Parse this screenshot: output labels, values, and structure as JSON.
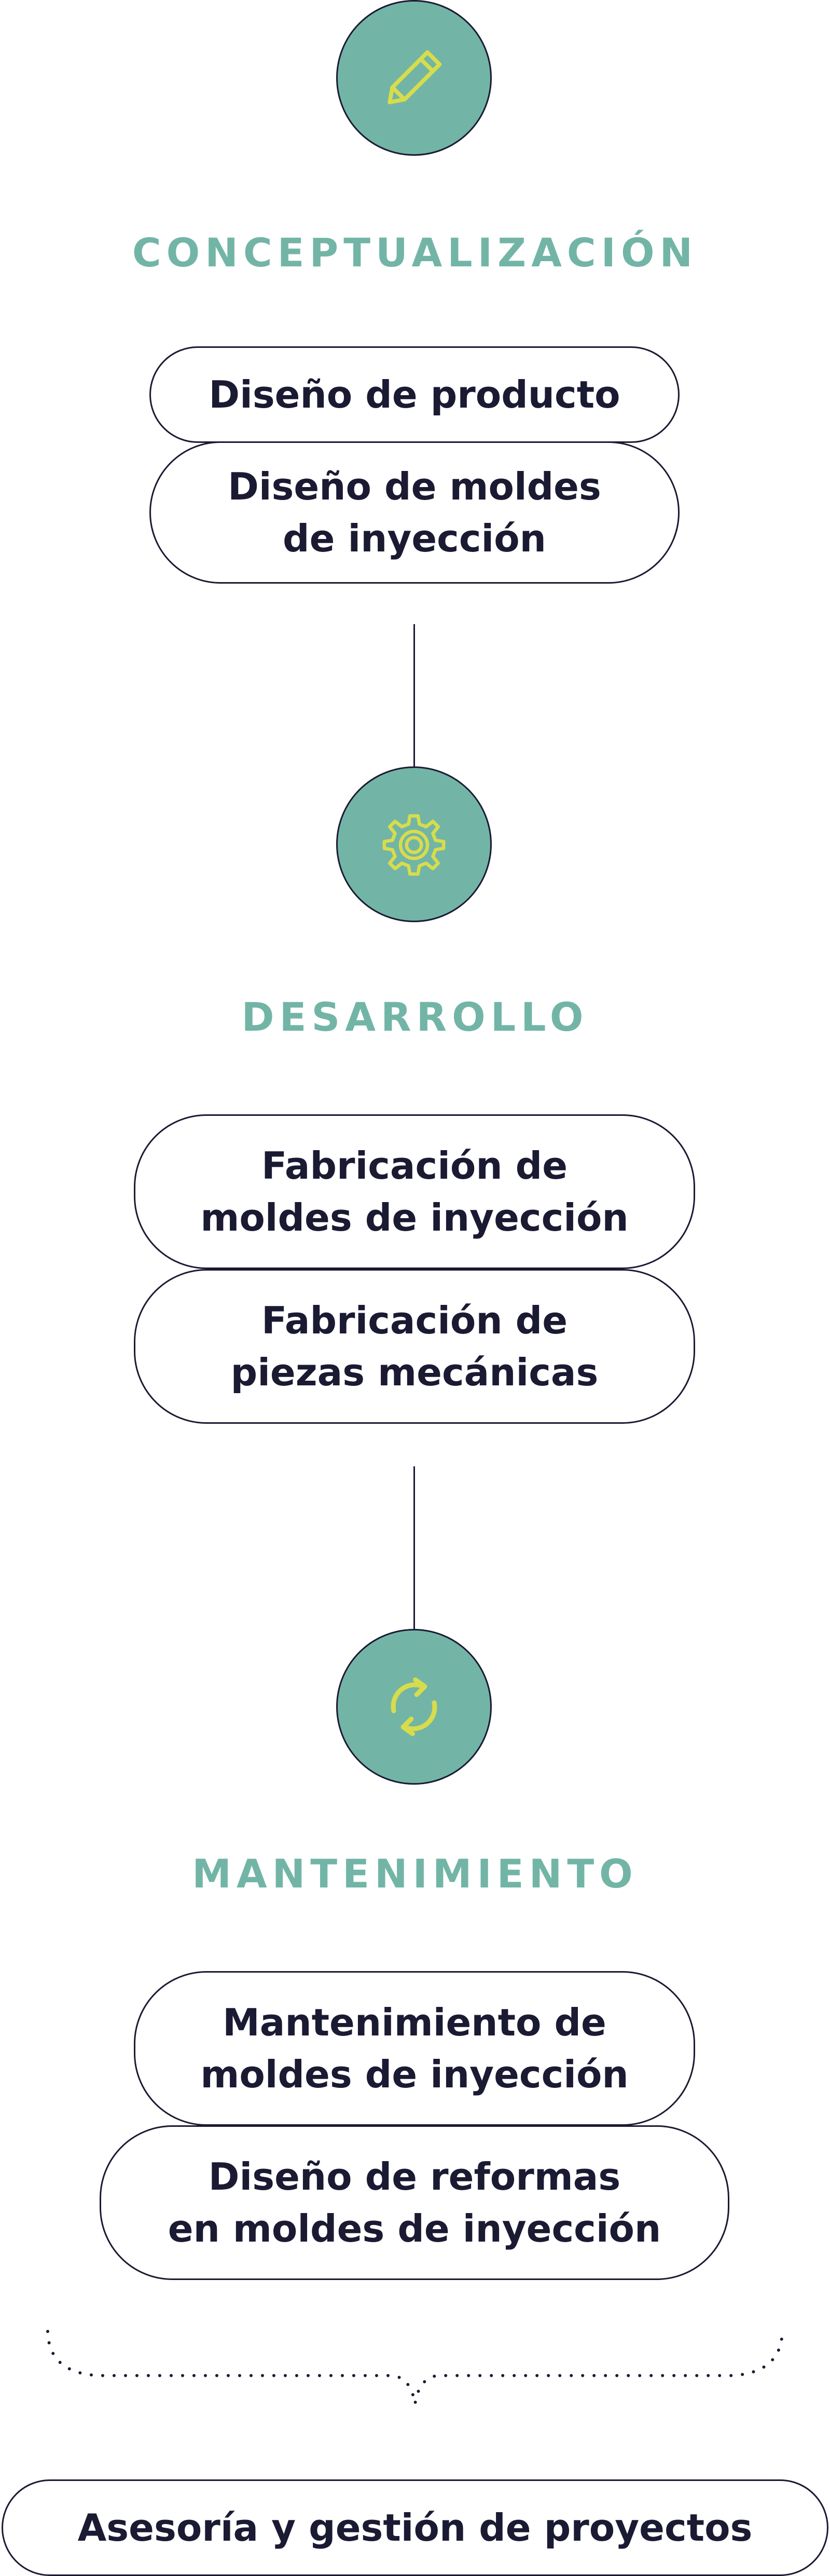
{
  "colors": {
    "accent": "#72b5a6",
    "icon": "#d8dc4c",
    "ink": "#1b1a33"
  },
  "stages": [
    {
      "icon": "pencil-icon",
      "title": "CONCEPTUALIZACIÓN",
      "services": [
        "Diseño de producto",
        "Diseño de moldes\nde inyección"
      ]
    },
    {
      "icon": "gear-icon",
      "title": "DESARROLLO",
      "services": [
        "Fabricación de\nmoldes de inyección",
        "Fabricación de\npiezas mecánicas"
      ]
    },
    {
      "icon": "refresh-icon",
      "title": "MANTENIMIENTO",
      "services": [
        "Mantenimiento de\nmoldes de inyección",
        "Diseño de reformas\nen moldes de inyección"
      ]
    }
  ],
  "footer": {
    "label": "Asesoría y gestión de proyectos"
  }
}
